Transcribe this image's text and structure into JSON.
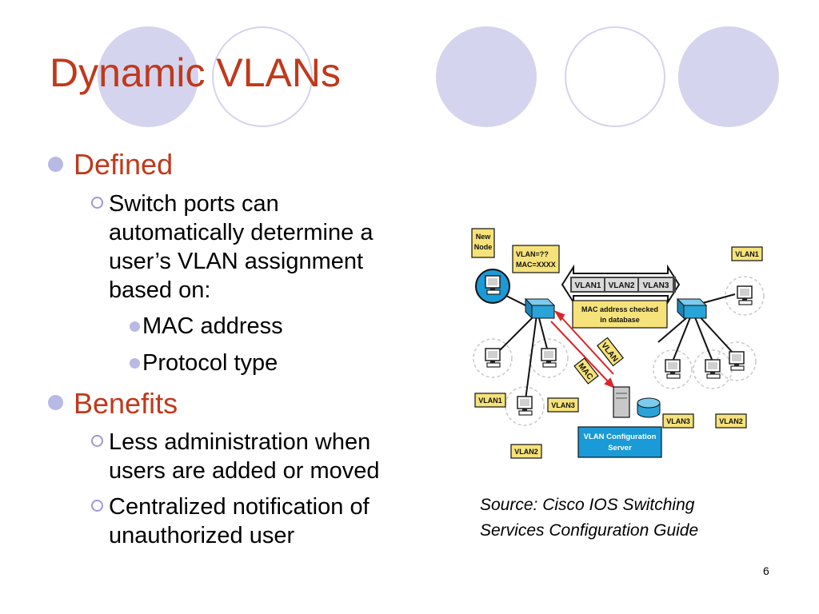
{
  "slide": {
    "title": "Dynamic VLANs",
    "page_number": "6",
    "bullets": [
      {
        "text": "Defined",
        "sub": [
          {
            "lines": [
              "Switch ports can",
              "automatically determine a",
              "user’s VLAN assignment",
              "based on:"
            ],
            "sub": [
              "MAC address",
              "Protocol type"
            ]
          }
        ]
      },
      {
        "text": "Benefits",
        "sub": [
          {
            "lines": [
              "Less administration when",
              "users are added or moved"
            ]
          },
          {
            "lines": [
              "Centralized notification of",
              "unauthorized user"
            ]
          }
        ]
      }
    ],
    "source_lines": [
      "Source: Cisco IOS Switching",
      "Services Configuration Guide"
    ]
  },
  "diagram": {
    "new_node": [
      "New",
      "Node"
    ],
    "vlan_query": [
      "VLAN=??",
      "MAC=XXXX"
    ],
    "vlan_bar": [
      "VLAN1",
      "VLAN2",
      "VLAN3"
    ],
    "mac_check": [
      "MAC address checked",
      "in database"
    ],
    "arrow_labels": [
      "VLAN",
      "MAC"
    ],
    "server_label": [
      "VLAN Configuration",
      "Server"
    ],
    "left_tags": [
      "VLAN1",
      "VLAN3",
      "VLAN2"
    ],
    "right_tags": [
      "VLAN1",
      "VLAN3",
      "VLAN2"
    ],
    "colors": {
      "label_fill": "#f5e27a",
      "server_fill": "#1a9ad6",
      "switch_fill": "#29a3d8",
      "arrow": "#d8262b"
    }
  }
}
